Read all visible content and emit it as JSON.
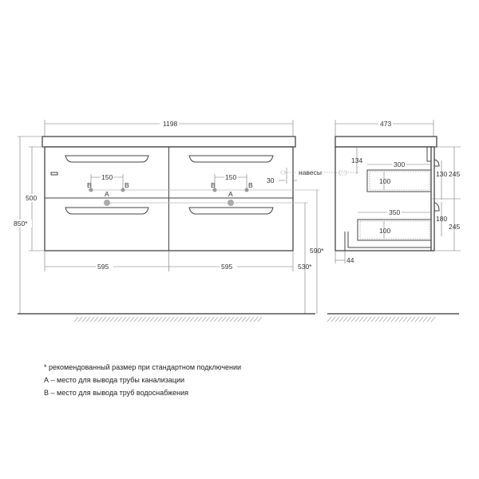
{
  "front_view": {
    "width": "1198",
    "height_body": "500",
    "height_total": "850*",
    "section_left": "595",
    "section_right": "595",
    "pipe_spacing_left": "150",
    "pipe_spacing_right": "150",
    "label_b": "B",
    "label_a": "A",
    "hinges_label": "навесы",
    "hinges_offset": "30",
    "height_a": "530*",
    "height_b": "590*"
  },
  "side_view": {
    "depth": "473",
    "offset_top": "134",
    "drawer_top_depth": "300",
    "drawer_top_height": "100",
    "drawer_bottom_depth": "350",
    "drawer_bottom_height": "100",
    "upper_front_inner": "130",
    "upper_front": "245",
    "lower_front_inner": "180",
    "lower_front": "245",
    "back_offset": "44"
  },
  "notes": [
    "* рекомендованный размер при стандартном подключении",
    "А – место для вывода трубы канализации",
    "В – место для вывода труб водоснабжения"
  ]
}
